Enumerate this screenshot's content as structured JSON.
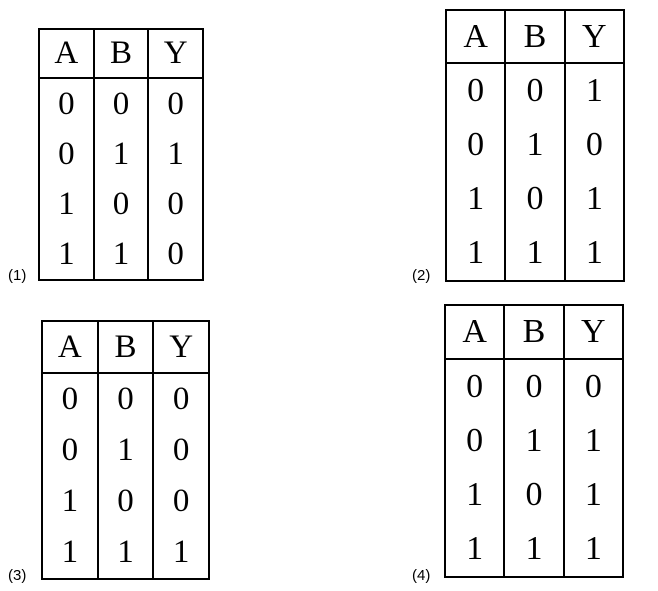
{
  "panels": [
    {
      "label": "(1)",
      "headers": [
        "A",
        "B",
        "Y"
      ],
      "rows": [
        [
          "0",
          "0",
          "0"
        ],
        [
          "0",
          "1",
          "1"
        ],
        [
          "1",
          "0",
          "0"
        ],
        [
          "1",
          "1",
          "0"
        ]
      ]
    },
    {
      "label": "(2)",
      "headers": [
        "A",
        "B",
        "Y"
      ],
      "rows": [
        [
          "0",
          "0",
          "1"
        ],
        [
          "0",
          "1",
          "0"
        ],
        [
          "1",
          "0",
          "1"
        ],
        [
          "1",
          "1",
          "1"
        ]
      ]
    },
    {
      "label": "(3)",
      "headers": [
        "A",
        "B",
        "Y"
      ],
      "rows": [
        [
          "0",
          "0",
          "0"
        ],
        [
          "0",
          "1",
          "0"
        ],
        [
          "1",
          "0",
          "0"
        ],
        [
          "1",
          "1",
          "1"
        ]
      ]
    },
    {
      "label": "(4)",
      "headers": [
        "A",
        "B",
        "Y"
      ],
      "rows": [
        [
          "0",
          "0",
          "0"
        ],
        [
          "0",
          "1",
          "1"
        ],
        [
          "1",
          "0",
          "1"
        ],
        [
          "1",
          "1",
          "1"
        ]
      ]
    }
  ]
}
